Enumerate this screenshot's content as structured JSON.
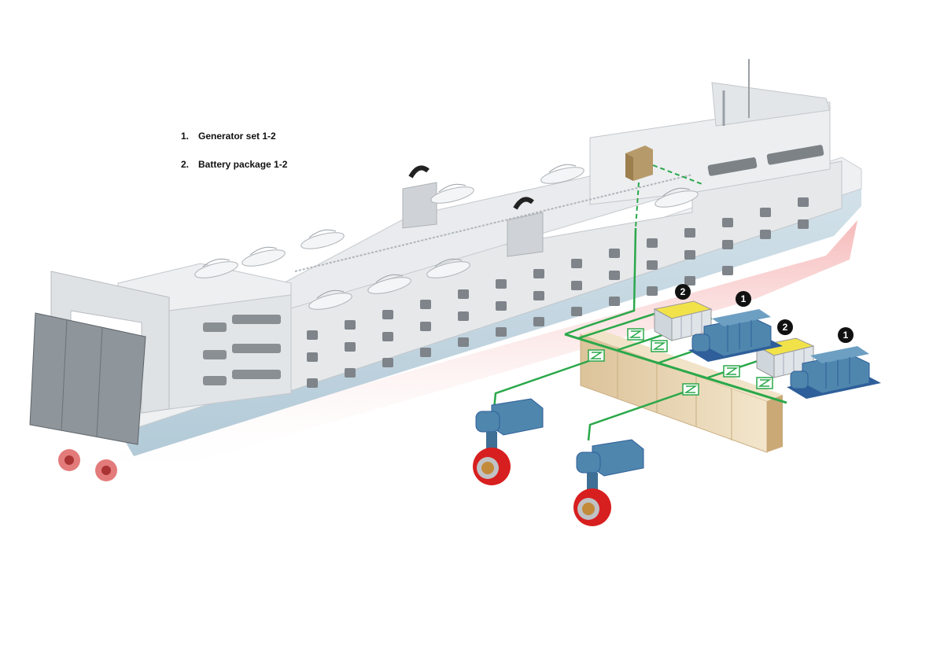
{
  "legend": {
    "items": [
      {
        "number": "1.",
        "label": "Generator set 1-2"
      },
      {
        "number": "2.",
        "label": "Battery package 1-2"
      }
    ]
  },
  "markers": {
    "generator": "1",
    "battery": "2"
  },
  "colors": {
    "hull_white": "#e4e6e8",
    "hull_blue": "#bcd3df",
    "hull_red": "#ef8f8f",
    "cable_green": "#2aa84a",
    "machine_blue": "#4f86ad",
    "machine_base": "#2f5f9a",
    "battery_yellow": "#f2e24a",
    "switchboard_tan": "#e8d5b4",
    "thruster_red": "#d81f1f",
    "control_box": "#b79a6a"
  },
  "icons": {
    "converter": "converter-icon",
    "marker": "numbered-marker-icon"
  }
}
